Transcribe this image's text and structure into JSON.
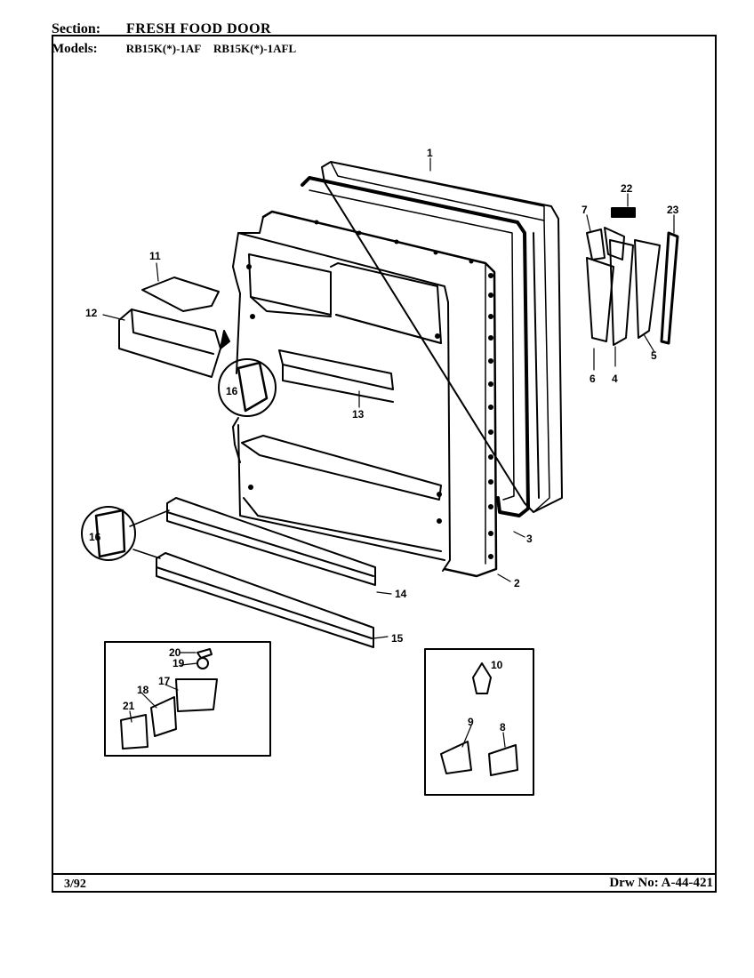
{
  "header": {
    "section_label": "Section:",
    "section_value": "FRESH FOOD DOOR",
    "models_label": "Models:",
    "models": [
      "RB15K(*)-1AF",
      "RB15K(*)-1AFL"
    ]
  },
  "footer": {
    "date": "3/92",
    "drawing_number": "Drw No: A-44-421"
  },
  "callouts": {
    "c1": "1",
    "c2": "2",
    "c3": "3",
    "c4": "4",
    "c5": "5",
    "c6": "6",
    "c7": "7",
    "c8": "8",
    "c9": "9",
    "c10": "10",
    "c11": "11",
    "c12": "12",
    "c13": "13",
    "c14": "14",
    "c15": "15",
    "c16a": "16",
    "c16b": "16",
    "c17": "17",
    "c18": "18",
    "c19": "19",
    "c20": "20",
    "c21": "21",
    "c22": "22",
    "c23": "23"
  }
}
